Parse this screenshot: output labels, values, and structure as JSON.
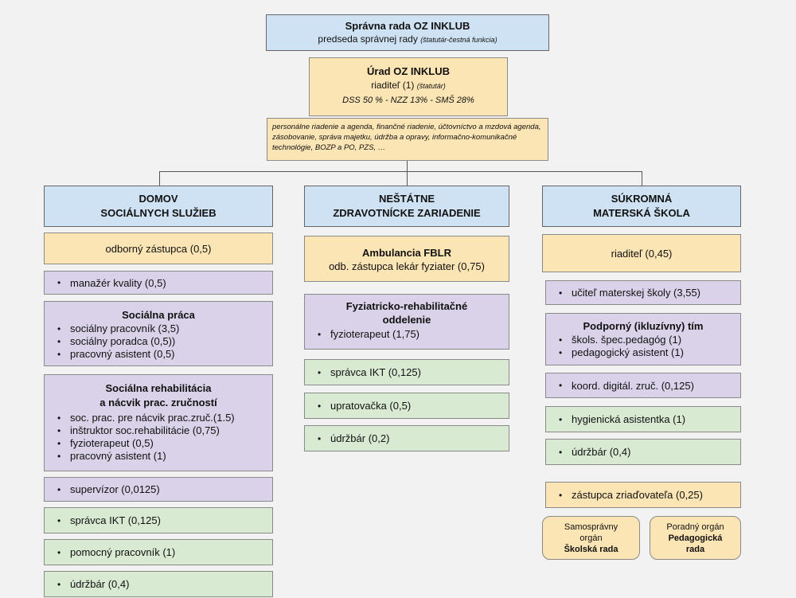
{
  "board": {
    "title": "Správna rada OZ INKLUB",
    "subtitle": "predseda správnej rady",
    "note": "(štatutár-čestná funkcia)"
  },
  "office": {
    "title": "Úrad OZ INKLUB",
    "subtitle": "riaditeľ (1)",
    "note": "(štatutár)",
    "ratio": "DSS 50 % - NZZ 13% - SMŠ 28%"
  },
  "tasks": "personálne riadenie a  agenda, finančné riadenie,  účtovníctvo a mzdová agenda, zásobovanie, správa majetku,  údržba a opravy, informačno-komunikačné technológie, BOZP a PO, PZS, …",
  "dss": {
    "header": [
      "DOMOV",
      "SOCIÁLNYCH SLUŽIEB"
    ],
    "deputy": "odborný zástupca (0,5)",
    "quality": "manažér kvality (0,5)",
    "social_work": {
      "title": "Sociálna práca",
      "items": [
        "sociálny pracovník (3,5)",
        "sociálny poradca (0,5))",
        "pracovný asistent (0,5)"
      ]
    },
    "rehab": {
      "title": [
        "Sociálna rehabilitácia",
        "a nácvik prac. zručností"
      ],
      "items": [
        "soc. prac. pre nácvik prac.zruč.(1.5)",
        "inštruktor soc.rehabilitácie (0,75)",
        "fyzioterapeut (0,5)",
        "pracovný asistent (1)"
      ]
    },
    "supervisor": "supervízor (0,0125)",
    "ikt": "správca IKT (0,125)",
    "helper": "pomocný pracovník (1)",
    "maintenance": "údržbár (0,4)"
  },
  "nzz": {
    "header": [
      "NEŠTÁTNE",
      "ZDRAVOTNÍCKE ZARIADENIE"
    ],
    "clinic": {
      "title": "Ambulancia FBLR",
      "subtitle": "odb. zástupca lekár fyziater (0,75)"
    },
    "dept": {
      "title": [
        "Fyziatricko-rehabilitačné",
        "oddelenie"
      ],
      "items": [
        "fyzioterapeut (1,75)"
      ]
    },
    "ikt": "správca IKT (0,125)",
    "cleaner": "upratovačka (0,5)",
    "maintenance": "údržbár (0,2)"
  },
  "sms": {
    "header": [
      "SÚKROMNÁ",
      "MATERSKÁ ŠKOLA"
    ],
    "director": "riaditeľ (0,45)",
    "teacher": "učiteľ materskej školy (3,55)",
    "support": {
      "title": "Podporný (ikluzívny) tím",
      "items": [
        "škols. špec.pedagóg (1)",
        "pedagogický asistent (1)"
      ]
    },
    "digital": "koord. digitál. zruč. (0,125)",
    "hygiene": "hygienická asistentka (1)",
    "maintenance": "údržbár (0,4)",
    "founder": "zástupca zriaďovateľa (0,25)",
    "school_board": [
      "Samosprávny",
      "orgán",
      "Školská rada"
    ],
    "advisory": [
      "Poradný orgán",
      "Pedagogická",
      "rada"
    ]
  }
}
